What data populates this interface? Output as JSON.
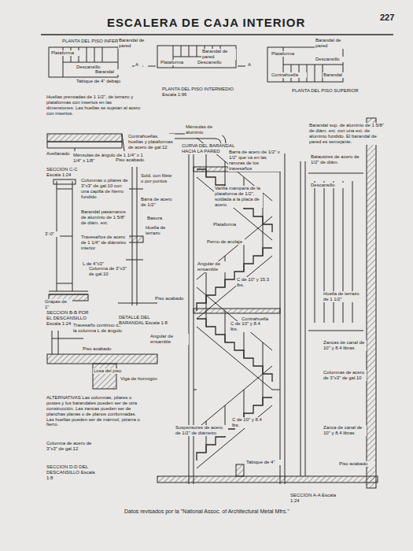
{
  "diagram": {
    "title": "ESCALERA DE CAJA INTERIOR",
    "caption": "Datos revisados por la \"National Assoc. of Architectural Metal Mfrs.\"",
    "labels": [
      "PLANTA DEL PISO INFERIOR",
      "Barandal de pared",
      "Plataforma",
      "Descansillo",
      "Barandal",
      "Tabique de 4\" debajo",
      "A",
      "Barandal de pared",
      "Plataforma",
      "Descansillo",
      "A",
      "PLANTA DEL PISO INTERMEDIO Escala 1:96",
      "Barandal de pared",
      "Plataforma",
      "Contrahuella",
      "Barandal",
      "Descansillo",
      "PLANTA DEL PISO SUPERIOR",
      "Huellas prensadas de 1 1/2\", de terrazo y plataformas con insertos en las dimensiones. Las huellas se sujetan al acero con insertos.",
      "Avellanado",
      "Contrahuellas, huellas y plataformas de acero de gal.12",
      "Ménsulas de ángulo de 1 1/4\" x 1 1/4\" x 1/8\"",
      "SECCION C-C Escala 1:24",
      "Columnas o pilares de 3\"x3\" de gal.10 con una capilla de hierro fundido",
      "Barandal pasamanos de aluminio de 1 5/8\" de diám. ext.",
      "Travesaños de acero de 1 1/4\" de diámetro interior",
      "L de 4\"x3\"",
      "3'-0\"",
      "Grapas de 1\"",
      "SECCION B-B POR EL DESCANSILLO Escala 1:24",
      "Travesaño continuo de la columna L de ángulo",
      "Piso acabado",
      "Losa del piso",
      "Viga de hormigón",
      "ALTERNATIVAS Las columnas, pilares o postes y los barandales pueden ser de otra construcción. Las zancas pueden ser de planchas planas o de planos conformadas. Las huellas pueden ser de mármol, pizarra o fierro.",
      "Columna de acero de 3\"x3\" de gal.12",
      "SECCION D-D DEL DESCANSILLO Escala 1:8",
      "Ménsulas de aluminio",
      "CURVA DEL BARANDAL HACIA LA PARED",
      "Piso acabado",
      "Sold. con filete o por puntos",
      "Barra de acero de 1/2\"",
      "Basura",
      "Huella de terrazo",
      "Columna de 3\"x3\" de gal.10",
      "DETALLE DEL BARANDAL Escala 1:8",
      "Angular de ensamble",
      "Varilla mampara de la plataforma de 1/2\", soldada a la placa de acero",
      "Perno de anclaje",
      "Plataforma",
      "C de 10\" y 15.3 lbs.",
      "Piso acabado",
      "Angular de ensamble",
      "Suspensores de acero de 1/2\" de diámetro",
      "C de 10\" y 8.4 lbs.",
      "C de 10\" y 8.4 lbs.",
      "Tabique de 4\"",
      "SECCION A-A Escala 1:24",
      "Barandal sup. de aluminio de 1 5/8\" de diám. ext. con una ext. de aluminio fundido. El barandal de pared es semejante.",
      "Barra de acero de 1/2\" x 1/2\" que va en las ranuras de los travesaños",
      "Balaustres de acero de 1/2\" de diám.",
      "Descansillo",
      "Contrahuella",
      "Zancas de canal de 10\" y 8.4 libras",
      "Huella de terrazo de 1 1/2\"",
      "Columnas de acero de 3\"x3\" de gal.10",
      "Zanca de canal de 10\" y 8.4 libras",
      "Piso acabado",
      "227"
    ]
  }
}
